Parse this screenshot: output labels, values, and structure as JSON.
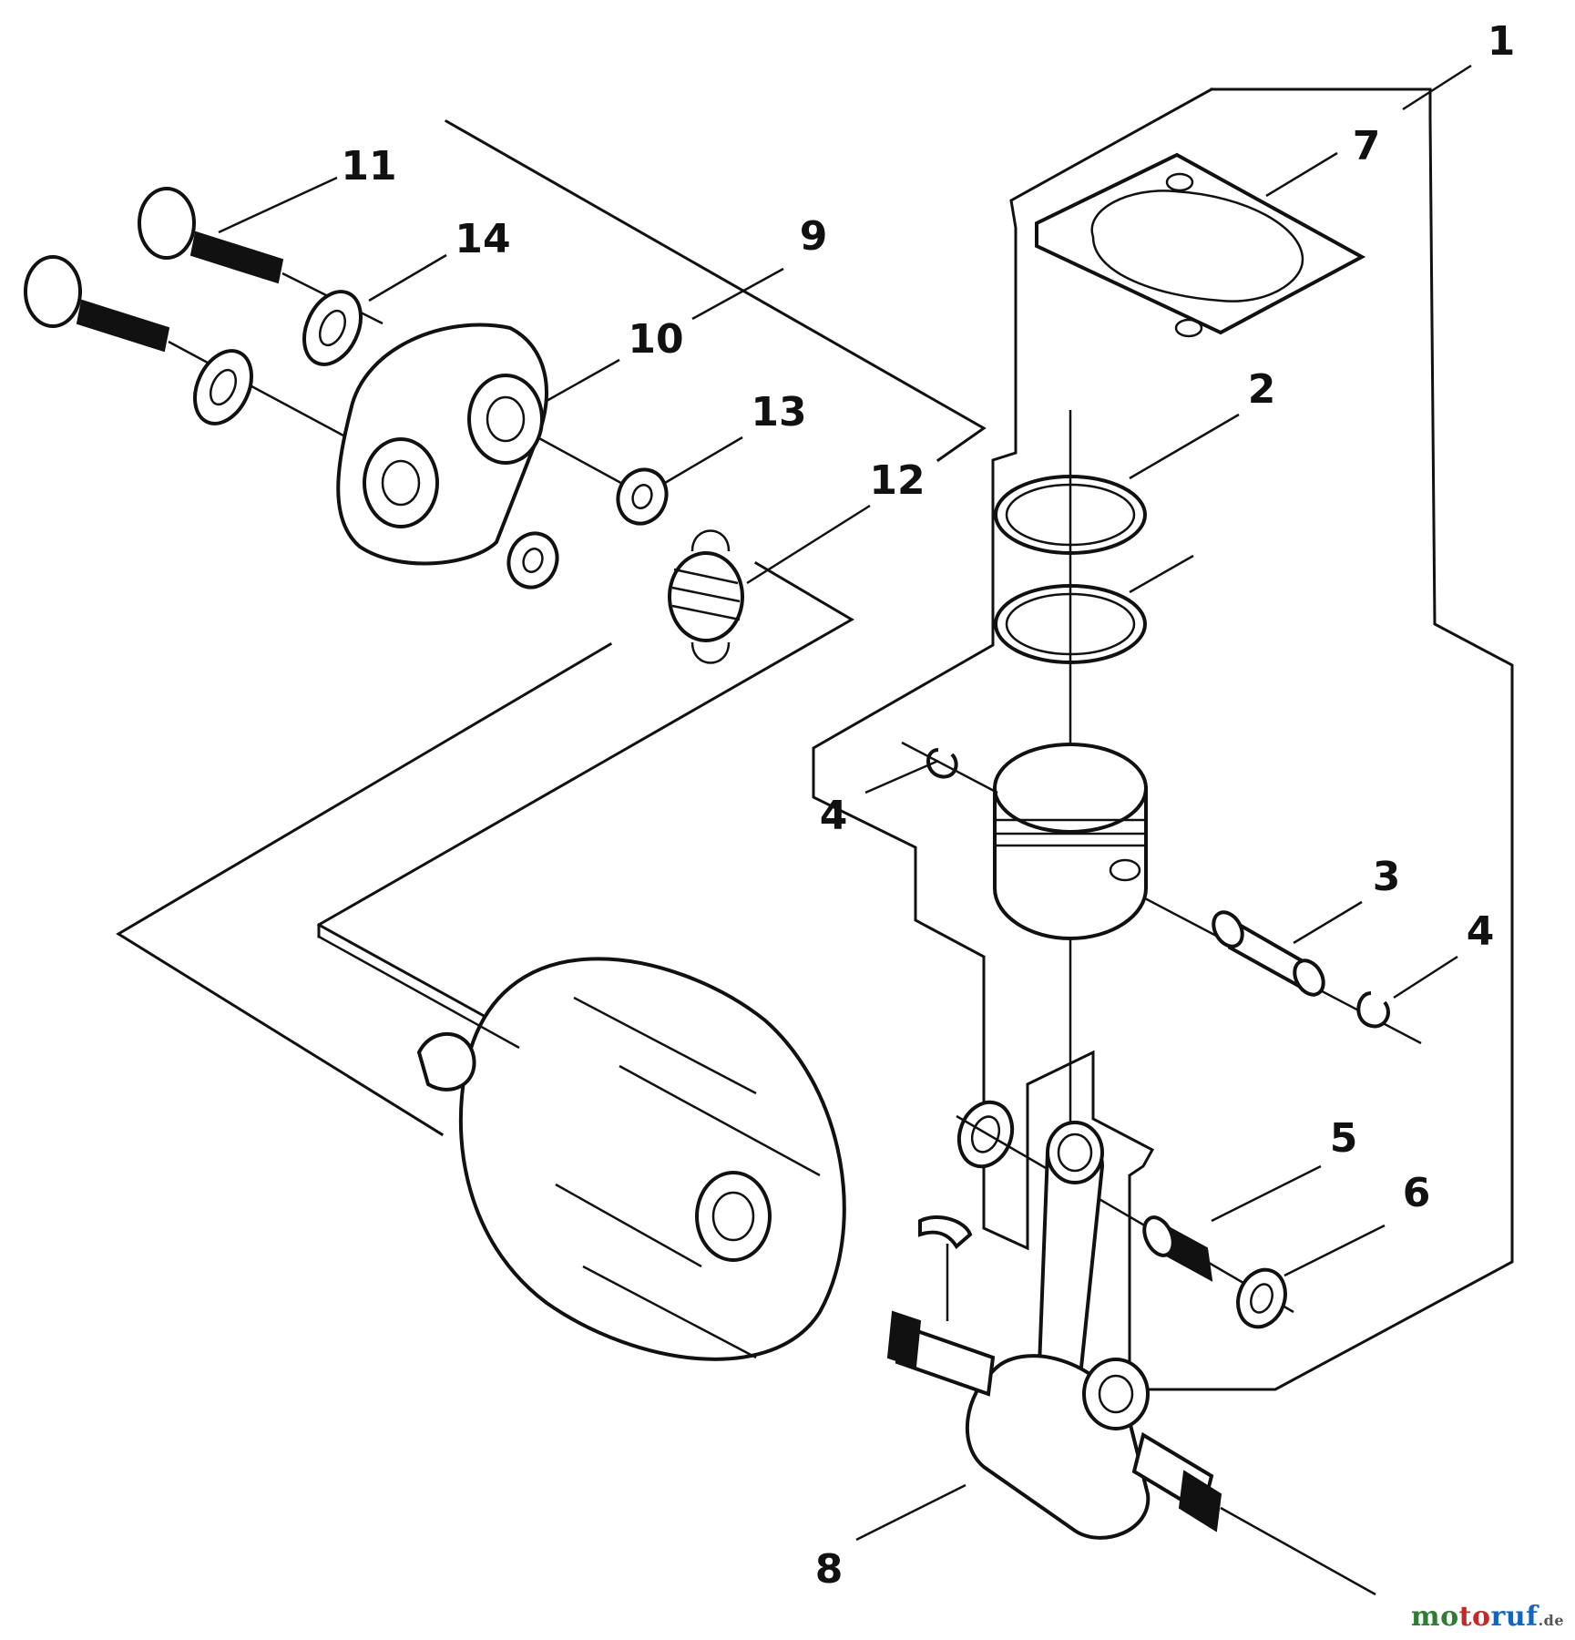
{
  "callouts": {
    "c1": "1",
    "c2": "2",
    "c3": "3",
    "c4a": "4",
    "c4b": "4",
    "c5": "5",
    "c6": "6",
    "c7": "7",
    "c8": "8",
    "c9": "9",
    "c10": "10",
    "c11": "11",
    "c12": "12",
    "c13": "13",
    "c14": "14"
  },
  "watermark": {
    "mo": "mo",
    "to": "to",
    "ruf": "ruf",
    "de": ".de"
  }
}
